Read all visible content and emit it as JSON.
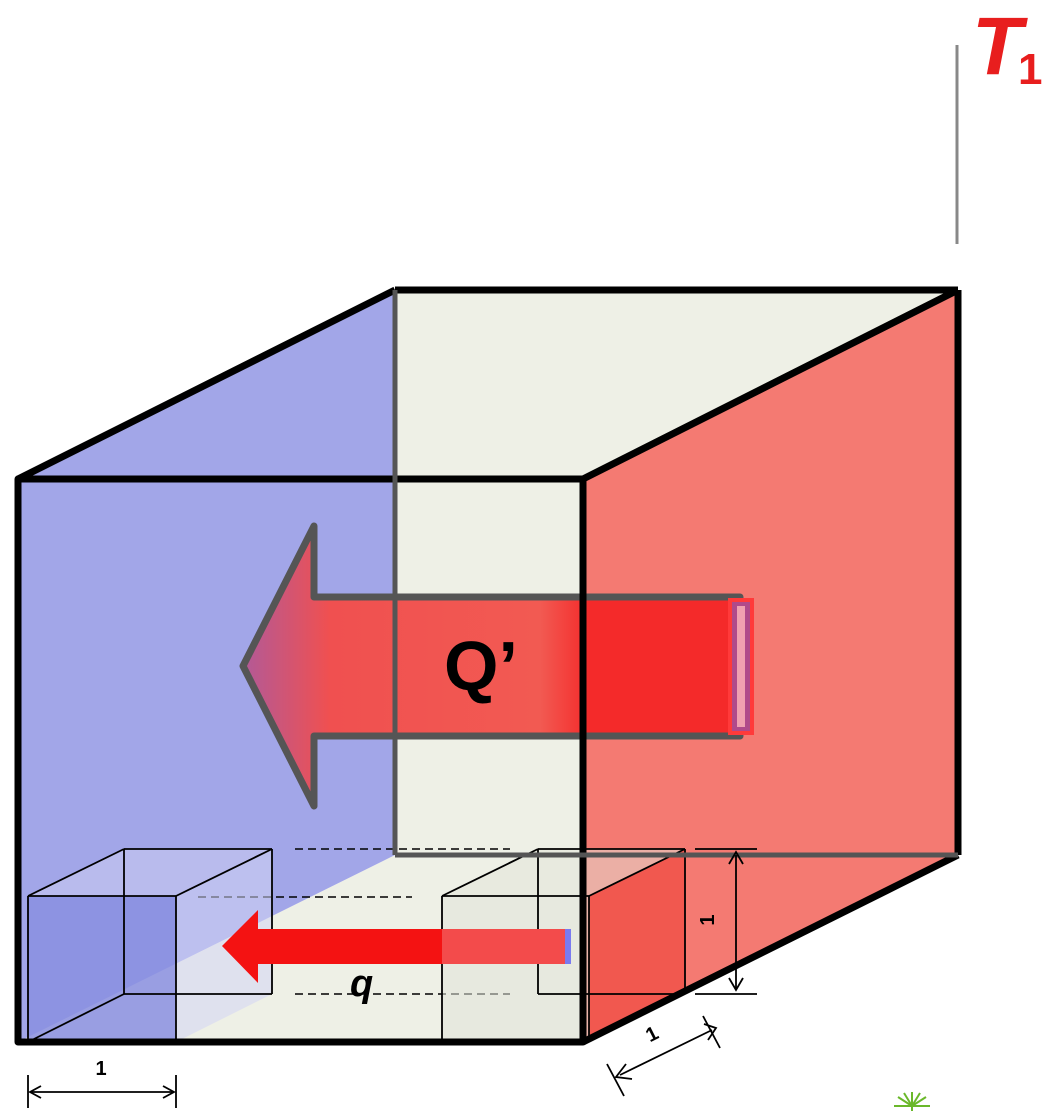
{
  "labels": {
    "temperature": "T",
    "temperature_subscript": "1",
    "total_heat_flow": "Q’",
    "unit_heat_flow": "q",
    "unit_height": "1",
    "unit_depth": "1",
    "unit_width": "1"
  },
  "colors": {
    "cold_face": "#a2a6e8",
    "hot_face": "#f47a72",
    "interior_face": "#eef0e6",
    "heat_arrow": "#f02020",
    "temperature_label": "#e81e1e",
    "edge": "#000000"
  },
  "icons": {
    "corner_logo": "green-sunburst-logo"
  }
}
